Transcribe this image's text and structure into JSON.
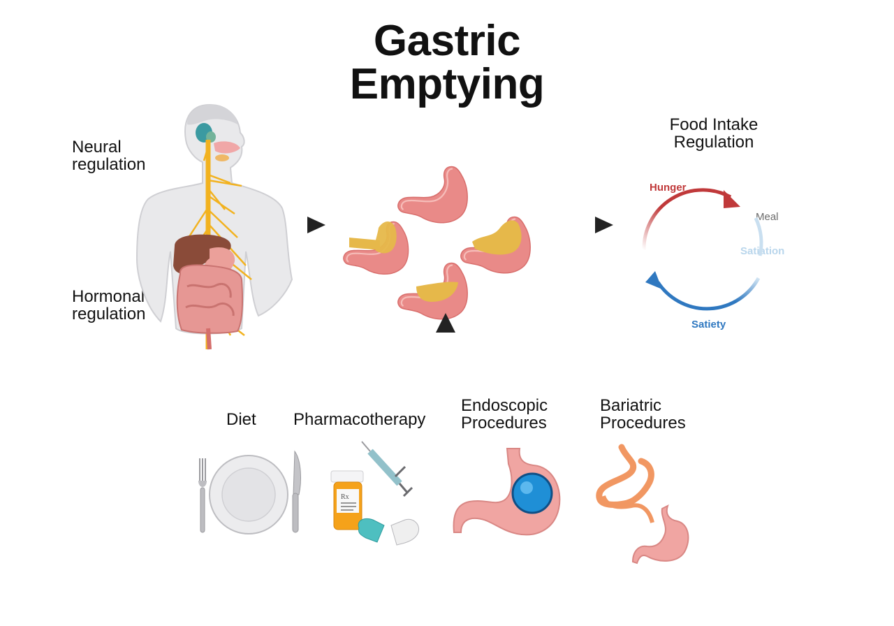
{
  "title": {
    "line1": "Gastric",
    "line2": "Emptying"
  },
  "regulation": {
    "neural": [
      "Neural",
      "regulation"
    ],
    "hormonal": [
      "Hormonal",
      "regulation"
    ]
  },
  "food_intake": {
    "title": [
      "Food Intake",
      "Regulation"
    ],
    "hunger": "Hunger",
    "meal": "Meal",
    "satiation": "Satiation",
    "satiety": "Satiety"
  },
  "interventions": {
    "diet": "Diet",
    "pharmacotherapy": "Pharmacotherapy",
    "endoscopic": [
      "Endoscopic",
      "Procedures"
    ],
    "bariatric": [
      "Bariatric",
      "Procedures"
    ]
  },
  "rx_symbol": "Rx",
  "colors": {
    "hunger": "#c0393a",
    "satiety": "#2f78c0",
    "satiation": "#b9d6ec",
    "meal": "#6b6b6b",
    "nerve": "#f2b21f",
    "stomach": "#e98a88",
    "chyme": "#e6b84a",
    "arrow": "#222222"
  },
  "icons": [
    "human-body-icon",
    "stomach-icon",
    "plate-icon",
    "fork-icon",
    "knife-icon",
    "pill-bottle-icon",
    "syringe-icon",
    "capsule-icon",
    "gastric-balloon-icon",
    "gastric-bypass-icon"
  ]
}
